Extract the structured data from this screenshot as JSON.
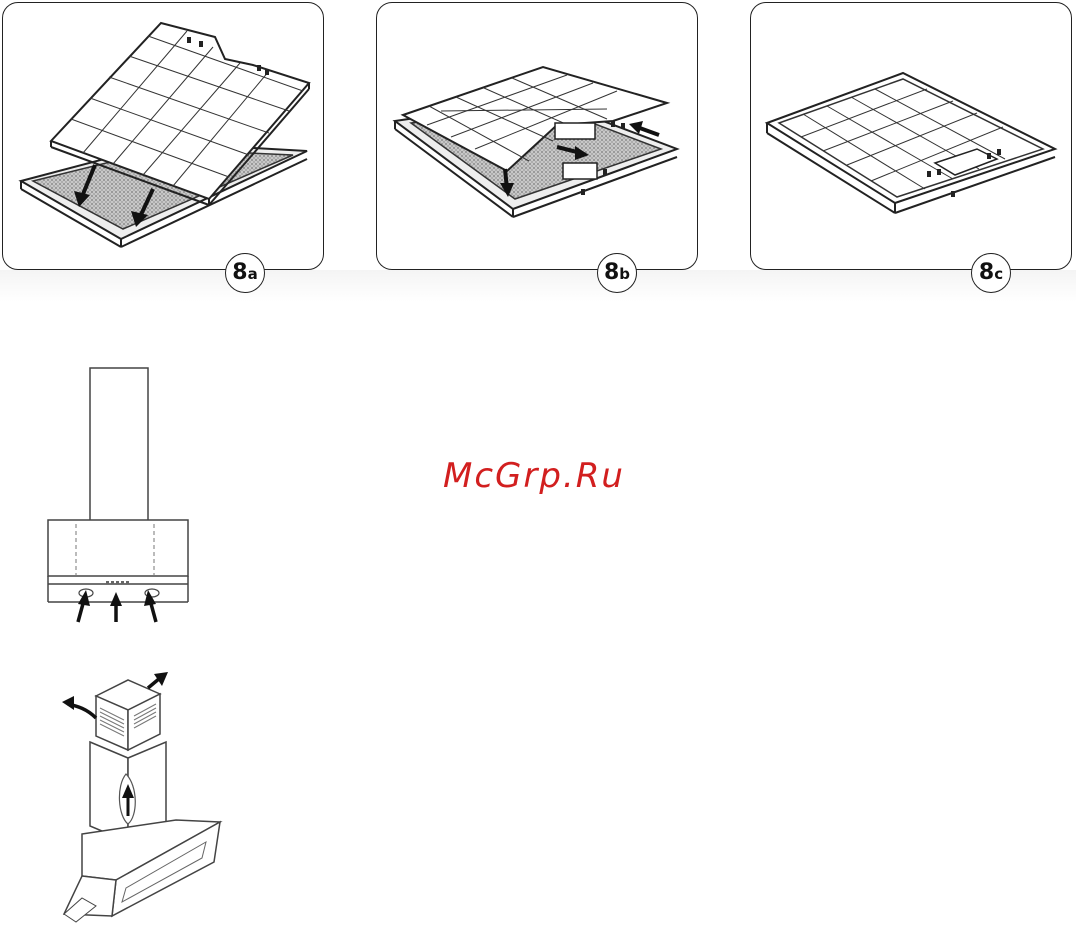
{
  "figures": [
    {
      "number": "8",
      "letter": "a"
    },
    {
      "number": "8",
      "letter": "b"
    },
    {
      "number": "8",
      "letter": "c"
    }
  ],
  "watermark": "McGrp.Ru"
}
